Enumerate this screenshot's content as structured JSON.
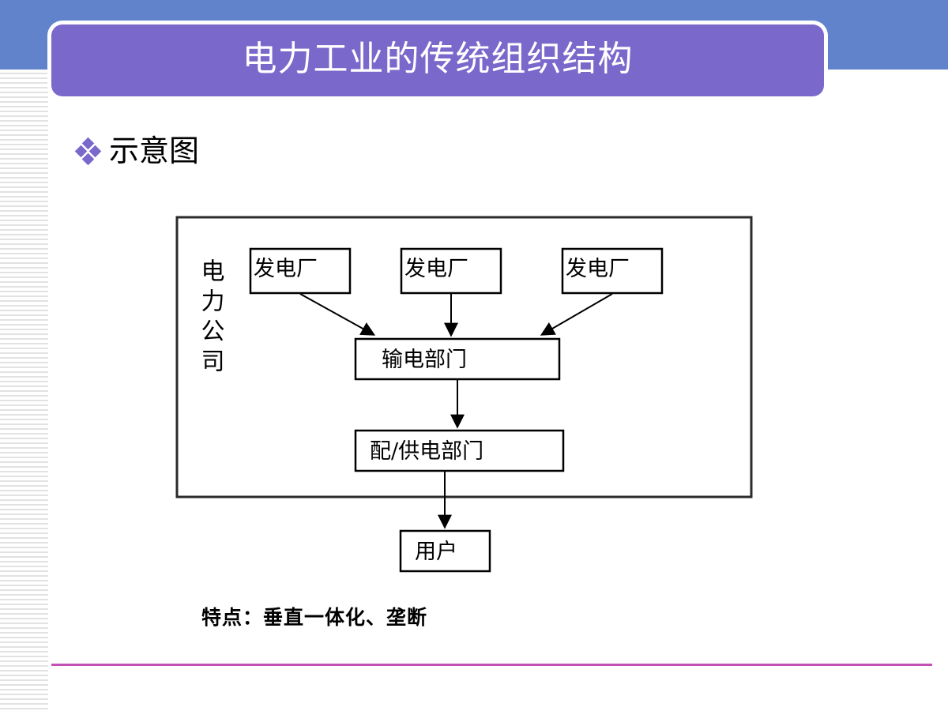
{
  "slide": {
    "title": "电力工业的传统组织结构",
    "heading": {
      "bullet_icon": "diamond-cluster-icon",
      "label": "示意图"
    },
    "caption": "特点：垂直一体化、垄断",
    "colors": {
      "header_blue": "#6183CC",
      "title_purple": "#7B68CB",
      "bullet_purple": "#7B68CB",
      "rule_magenta": "#C250B5",
      "diagram_stroke": "#000000",
      "background": "#FFFFFF"
    }
  },
  "diagram": {
    "group_label": "电力公司",
    "nodes": [
      {
        "id": "gen1",
        "label": "发电厂"
      },
      {
        "id": "gen2",
        "label": "发电厂"
      },
      {
        "id": "gen3",
        "label": "发电厂"
      },
      {
        "id": "transmission",
        "label": "输电部门"
      },
      {
        "id": "distribution",
        "label": "配/供电部门"
      },
      {
        "id": "customer",
        "label": "用户"
      }
    ],
    "edges": [
      {
        "from": "gen1",
        "to": "transmission"
      },
      {
        "from": "gen2",
        "to": "transmission"
      },
      {
        "from": "gen3",
        "to": "transmission"
      },
      {
        "from": "transmission",
        "to": "distribution"
      },
      {
        "from": "distribution",
        "to": "customer"
      }
    ]
  }
}
